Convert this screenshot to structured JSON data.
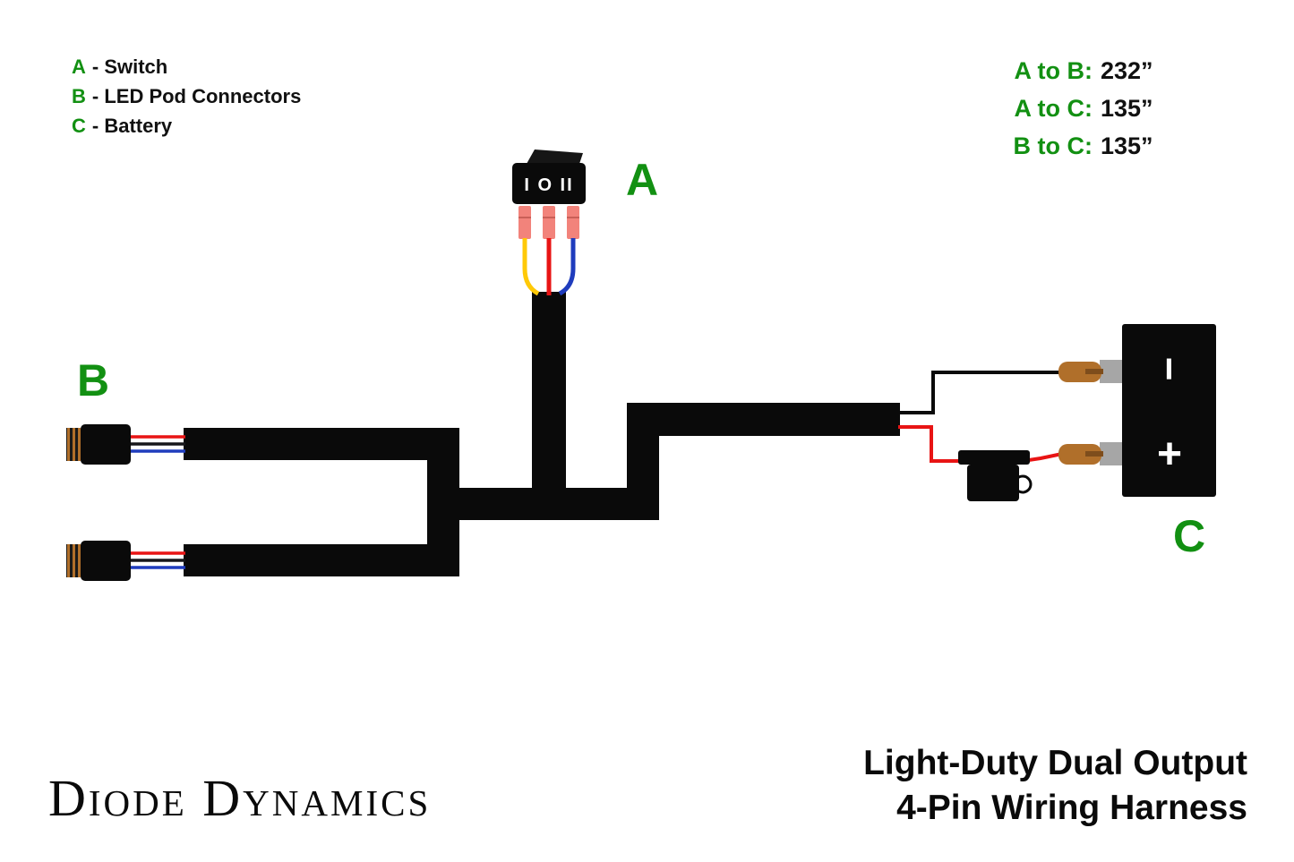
{
  "colors": {
    "green": "#129012",
    "wire_red": "#e81414",
    "wire_yellow": "#ffc907",
    "wire_blue": "#1f3cbd",
    "connector_pink": "#f2837b",
    "copper": "#b06f2a",
    "terminal_gray": "#a6a6a6",
    "cable_black": "#0a0a0a"
  },
  "legend": {
    "items": [
      {
        "key": "A",
        "label": "- Switch"
      },
      {
        "key": "B",
        "label": "- LED Pod Connectors"
      },
      {
        "key": "C",
        "label": "- Battery"
      }
    ]
  },
  "measurements": {
    "items": [
      {
        "label": "A to B:",
        "value": "232”"
      },
      {
        "label": "A to C:",
        "value": "135”"
      },
      {
        "label": "B to C:",
        "value": "135”"
      }
    ]
  },
  "diagram": {
    "switch_label": "A",
    "pods_label": "B",
    "battery_label": "C",
    "switch_text": "I O II",
    "battery_negative": "−",
    "battery_positive": "+"
  },
  "branding": {
    "logo": "Diode Dynamics",
    "title_line1": "Light-Duty Dual Output",
    "title_line2": "4-Pin Wiring Harness"
  }
}
